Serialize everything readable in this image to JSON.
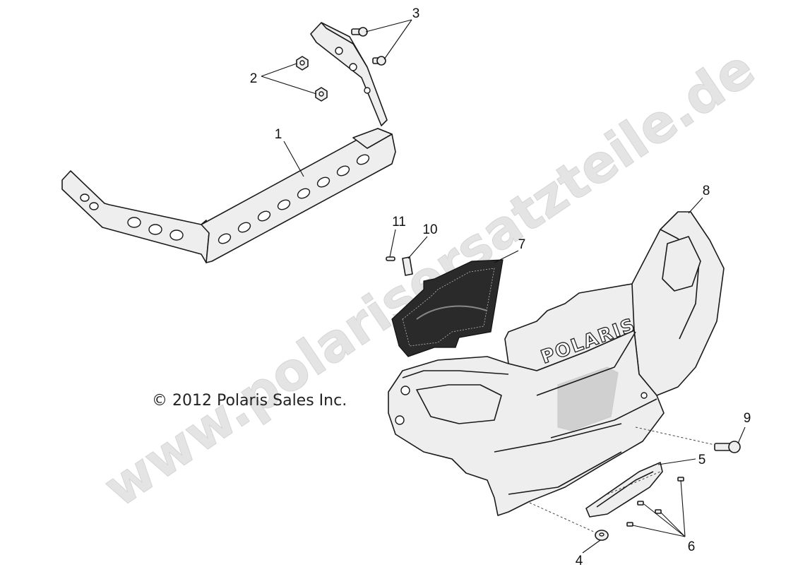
{
  "watermark": "www.polarisersatzteile.de",
  "copyright": "© 2012 Polaris Sales Inc.",
  "grille_brand": "POLARIS",
  "callouts": [
    {
      "id": "1",
      "label": "1"
    },
    {
      "id": "2",
      "label": "2"
    },
    {
      "id": "3",
      "label": "3"
    },
    {
      "id": "4",
      "label": "4"
    },
    {
      "id": "5",
      "label": "5"
    },
    {
      "id": "6",
      "label": "6"
    },
    {
      "id": "7",
      "label": "7"
    },
    {
      "id": "8",
      "label": "8"
    },
    {
      "id": "9",
      "label": "9"
    },
    {
      "id": "10",
      "label": "10"
    },
    {
      "id": "11",
      "label": "11"
    }
  ]
}
